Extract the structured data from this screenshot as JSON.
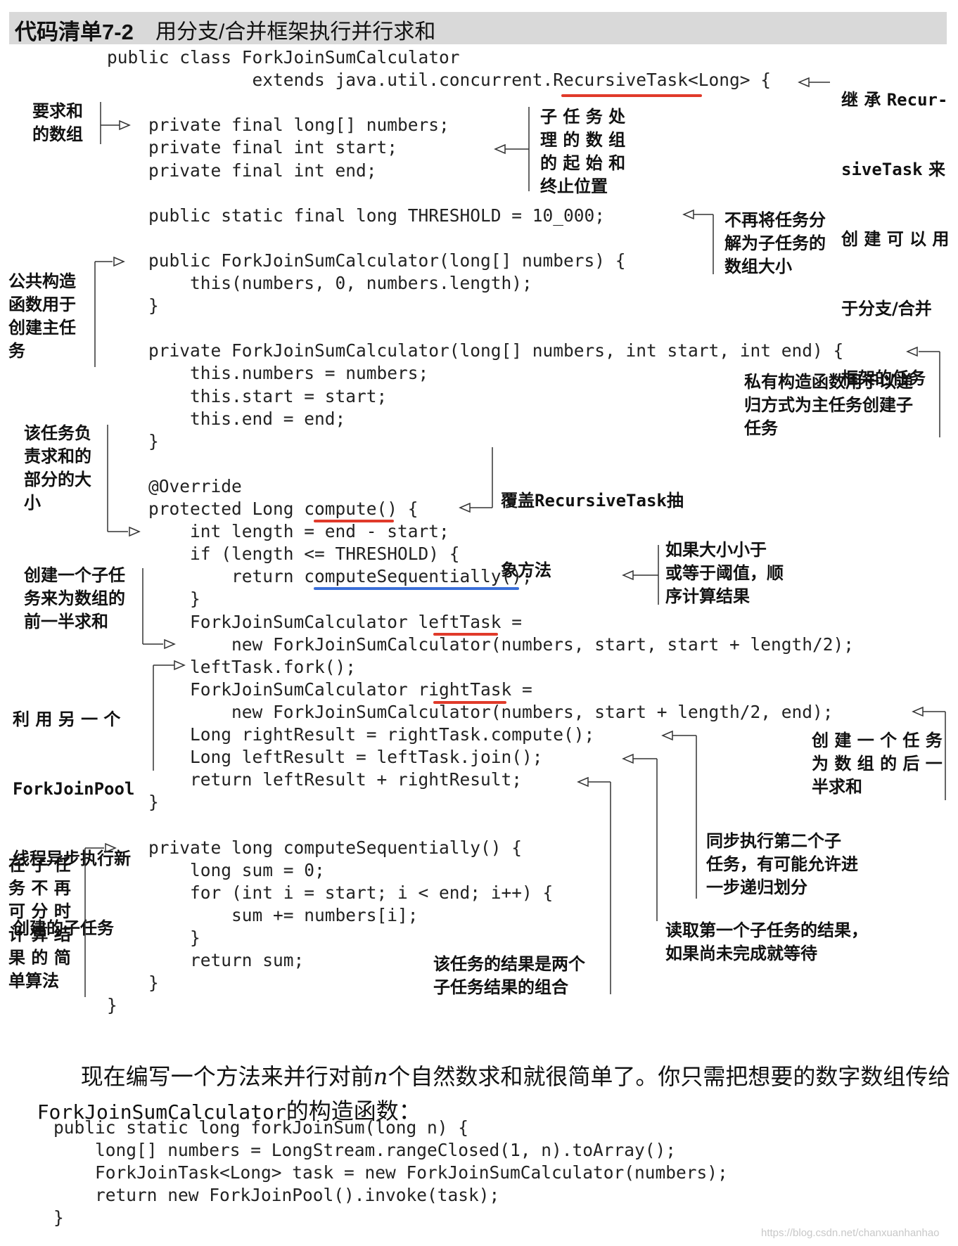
{
  "header": {
    "label": "代码清单7-2",
    "title": "用分支/合并框架执行并行求和"
  },
  "code_lines": [
    "public class ForkJoinSumCalculator",
    "              extends java.util.concurrent.RecursiveTask<Long> {",
    "",
    "    private final long[] numbers;",
    "    private final int start;",
    "    private final int end;",
    "",
    "    public static final long THRESHOLD = 10_000;",
    "",
    "    public ForkJoinSumCalculator(long[] numbers) {",
    "        this(numbers, 0, numbers.length);",
    "    }",
    "",
    "    private ForkJoinSumCalculator(long[] numbers, int start, int end) {",
    "        this.numbers = numbers;",
    "        this.start = start;",
    "        this.end = end;",
    "    }",
    "",
    "    @Override",
    "    protected Long compute() {",
    "        int length = end - start;",
    "        if (length <= THRESHOLD) {",
    "            return computeSequentially();",
    "        }",
    "        ForkJoinSumCalculator leftTask =",
    "            new ForkJoinSumCalculator(numbers, start, start + length/2);",
    "        leftTask.fork();",
    "        ForkJoinSumCalculator rightTask =",
    "            new ForkJoinSumCalculator(numbers, start + length/2, end);",
    "        Long rightResult = rightTask.compute();",
    "        Long leftResult = leftTask.join();",
    "        return leftResult + rightResult;",
    "    }",
    "",
    "    private long computeSequentially() {",
    "        long sum = 0;",
    "        for (int i = start; i < end; i++) {",
    "            sum += numbers[i];",
    "        }",
    "        return sum;",
    "    }",
    "}"
  ],
  "annotations": {
    "recursive_task_1": "继 承 ",
    "recursive_task_1m": "Recur-",
    "recursive_task_2m": "siveTask",
    "recursive_task_2": " 来",
    "recursive_task_3": "创 建 可 以 用",
    "recursive_task_4": "于分支/合并",
    "recursive_task_5": "框架的任务",
    "array": "要求和\n的数组",
    "subtask_range": "子 任 务 处\n理 的 数 组\n的 起 始 和\n终止位置",
    "threshold": "不再将任务分\n解为子任务的\n数组大小",
    "public_ctor": "公共构造\n函数用于\n创建主任\n务",
    "private_ctor": "私有构造函数用于以递\n归方式为主任务创建子\n任务",
    "override_1": "覆盖",
    "override_1m": "RecursiveTask",
    "override_1b": "抽",
    "override_2": "象方法",
    "size": "该任务负\n责求和的\n部分的大\n小",
    "threshold_if": "如果大小小于\n或等于阈值，顺\n序计算结果",
    "left_half": "创建一个子任\n务来为数组的\n前一半求和",
    "fork_1": "利 用 另 一 个",
    "fork_2m": "ForkJoinPool",
    "fork_3": "线程异步执行新",
    "fork_4": "创建的子任务",
    "right_half": "创 建 一 个 任 务\n为 数 组 的 后 一\n半求和",
    "sync_second": "同步执行第二个子\n任务，有可能允许进\n一步递归划分",
    "join_first": "读取第一个子任务的结果，\n如果尚未完成就等待",
    "combine": "该任务的结果是两个\n子任务结果的组合",
    "sequential": "在 子 任\n务 不 再\n可 分 时\n计 算 结\n果 的 简\n单算法"
  },
  "prose": {
    "line1_a": "现在编写一个方法来并行对前",
    "line1_n": "n",
    "line1_b": "个自然数求和就很简单了。你只需把想要的数字数组传给",
    "line2_mono": "ForkJoinSumCalculator",
    "line2_b": "的构造函数："
  },
  "code2_lines": [
    "public static long forkJoinSum(long n) {",
    "    long[] numbers = LongStream.rangeClosed(1, n).toArray();",
    "    ForkJoinTask<Long> task = new ForkJoinSumCalculator(numbers);",
    "    return new ForkJoinPool().invoke(task);",
    "}"
  ],
  "watermark": "https://blog.csdn.net/chanxuanhanhao",
  "colors": {
    "underline_red": "#e03a2a",
    "underline_blue": "#3a6fd8",
    "header_bg": "#d9d9d9"
  }
}
